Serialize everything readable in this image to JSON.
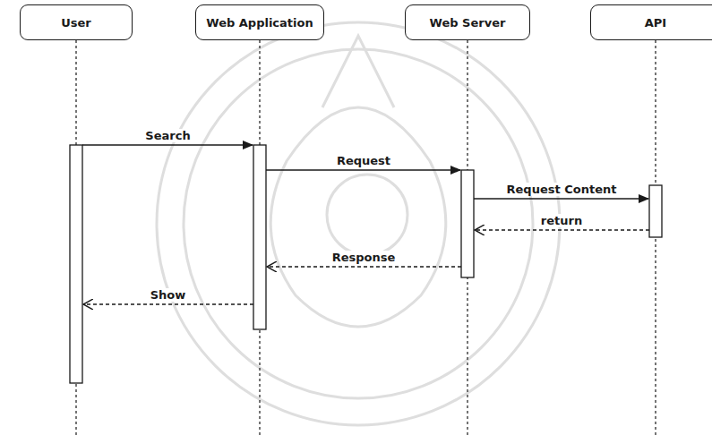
{
  "diagram": {
    "nodes": [
      {
        "text": [
          "User"
        ]
      },
      {
        "text": [
          "Web Application"
        ]
      },
      {
        "text": [
          "Web Server"
        ]
      },
      {
        "text": [
          "API"
        ]
      }
    ],
    "edges": [
      {
        "from": 0,
        "to": 1,
        "label": "Search",
        "arrow": "to"
      },
      {
        "from": 1,
        "to": 2,
        "label": "Request",
        "arrow": "to"
      },
      {
        "from": 2,
        "to": 3,
        "label": "Request Content",
        "arrow": "to"
      },
      {
        "from": 3,
        "to": 2,
        "label": "return",
        "arrow": "to"
      },
      {
        "from": 2,
        "to": 1,
        "label": "Response",
        "arrow": "to"
      },
      {
        "from": 1,
        "to": 0,
        "label": "Show",
        "arrow": "to"
      }
    ]
  }
}
